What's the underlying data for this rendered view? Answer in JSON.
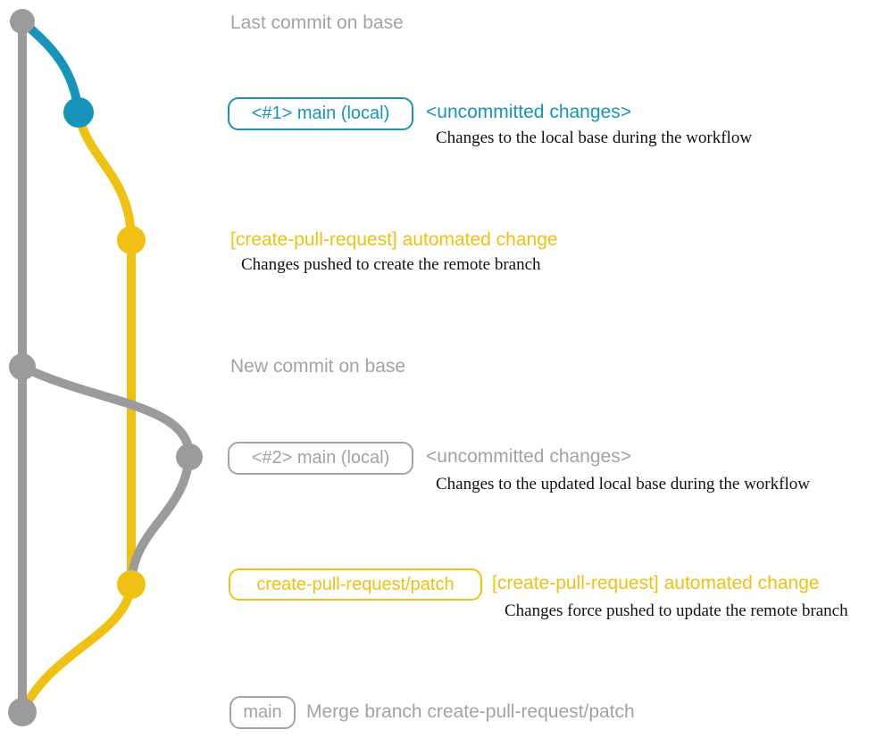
{
  "colors": {
    "base-gray": "#9b9b9b",
    "text-gray": "#a3a3a3",
    "blue": "#1794ba",
    "yellow": "#f0c113",
    "desc-black": "#111111",
    "background": "#ffffff"
  },
  "graph": {
    "branches": [
      {
        "name": "base",
        "color": "#9b9b9b"
      },
      {
        "name": "main-local",
        "color": "#1794ba"
      },
      {
        "name": "create-pull-request-patch",
        "color": "#f0c113"
      }
    ],
    "commits": [
      {
        "name": "last-commit-on-base",
        "branch": "base"
      },
      {
        "name": "uncommitted-changes-1",
        "branch": "main-local"
      },
      {
        "name": "automated-change-1",
        "branch": "create-pull-request-patch"
      },
      {
        "name": "new-commit-on-base",
        "branch": "base"
      },
      {
        "name": "uncommitted-changes-2",
        "branch": "base"
      },
      {
        "name": "automated-change-2",
        "branch": "create-pull-request-patch"
      },
      {
        "name": "merge-commit",
        "branch": "base"
      }
    ]
  },
  "rows": {
    "last_commit": {
      "title": "Last commit on base"
    },
    "pr1": {
      "pill": "<#1> main (local)",
      "note": "<uncommitted changes>",
      "desc": "Changes to the local base during the workflow"
    },
    "auto1": {
      "title": "[create-pull-request] automated change",
      "desc": "Changes pushed to create the remote branch"
    },
    "new_commit": {
      "title": "New commit on base"
    },
    "pr2": {
      "pill": "<#2> main (local)",
      "note": "<uncommitted changes>",
      "desc": "Changes to the updated local base during the workflow"
    },
    "patch": {
      "pill": "create-pull-request/patch",
      "note": "[create-pull-request] automated change",
      "desc": "Changes force pushed to update the remote branch"
    },
    "merge": {
      "pill": "main",
      "note": "Merge branch create-pull-request/patch"
    }
  }
}
